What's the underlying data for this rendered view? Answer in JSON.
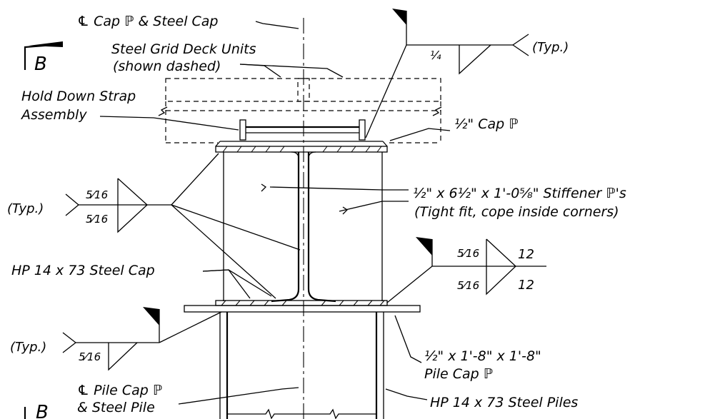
{
  "labels": {
    "cl_cap": "℄ Cap ℙ & Steel Cap",
    "deck_units_1": "Steel Grid Deck Units",
    "deck_units_2": "(shown dashed)",
    "hold_down_1": "Hold Down Strap",
    "hold_down_2": "Assembly",
    "cap_plate": "½\" Cap ℙ",
    "stiffener_1": "½\" x 6½\" x 1'-0⅝\" Stiffener ℙ's",
    "stiffener_2": "(Tight fit, cope inside corners)",
    "steel_cap": "HP 14 x 73 Steel Cap",
    "pile_cap_plate_1": "½\" x 1'-8\" x 1'-8\"",
    "pile_cap_plate_2": "Pile Cap ℙ",
    "cl_pile_1": "℄ Pile Cap ℙ",
    "cl_pile_2": "& Steel Pile",
    "steel_piles": "HP 14 x 73 Steel Piles",
    "section_top": "B",
    "section_bottom": "B"
  },
  "welds": {
    "top_size": "¼",
    "top_note": "(Typ.)",
    "left_upper_size": "5⁄16",
    "left_lower_size": "5⁄16",
    "left_note": "(Typ.)",
    "right_upper_size": "5⁄16",
    "right_upper_len": "12",
    "right_lower_size": "5⁄16",
    "right_lower_len": "12",
    "bottom_size": "5⁄16",
    "bottom_note": "(Typ.)"
  }
}
